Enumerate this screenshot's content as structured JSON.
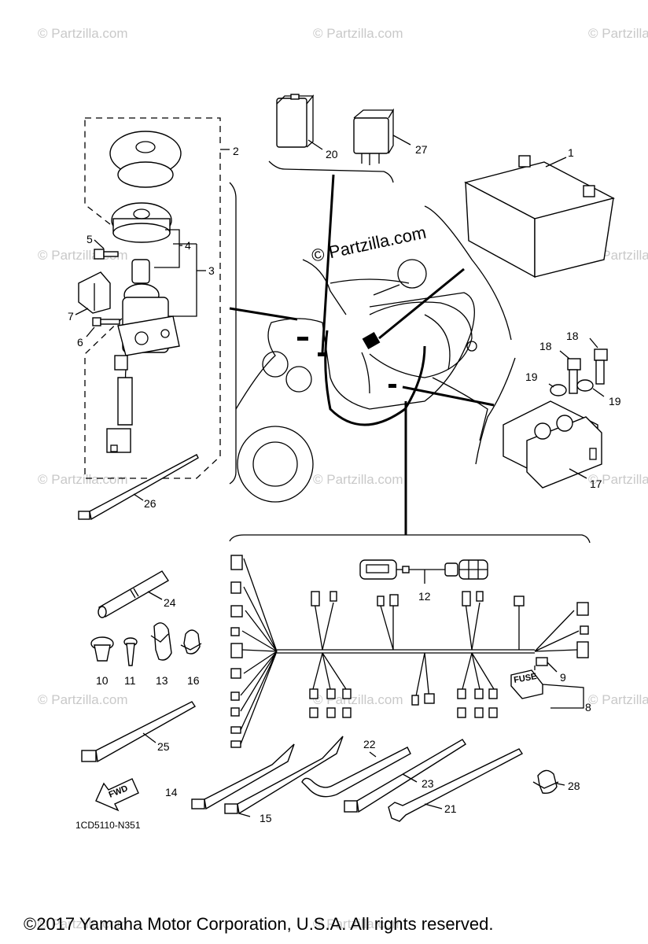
{
  "diagram": {
    "part_numbers": {
      "p1": "1",
      "p2": "2",
      "p3": "3",
      "p4": "4",
      "p5": "5",
      "p6": "6",
      "p7": "7",
      "p8": "8",
      "p9": "9",
      "p10": "10",
      "p11": "11",
      "p12": "12",
      "p13": "13",
      "p14": "14",
      "p15": "15",
      "p16": "16",
      "p17": "17",
      "p18a": "18",
      "p18b": "18",
      "p19a": "19",
      "p19b": "19",
      "p20": "20",
      "p21": "21",
      "p22": "22",
      "p23": "23",
      "p24": "24",
      "p25": "25",
      "p26": "26",
      "p27": "27",
      "p28": "28"
    },
    "diagram_code": "1CD5110-N351",
    "fwd_label": "FWD",
    "fuse_label": "FUSE"
  },
  "watermark": {
    "text": "© Partzilla.com",
    "featured_text": "© Partzilla.com"
  },
  "footer": {
    "copyright": "©2017 Yamaha Motor Corporation, U.S.A. All rights reserved."
  }
}
